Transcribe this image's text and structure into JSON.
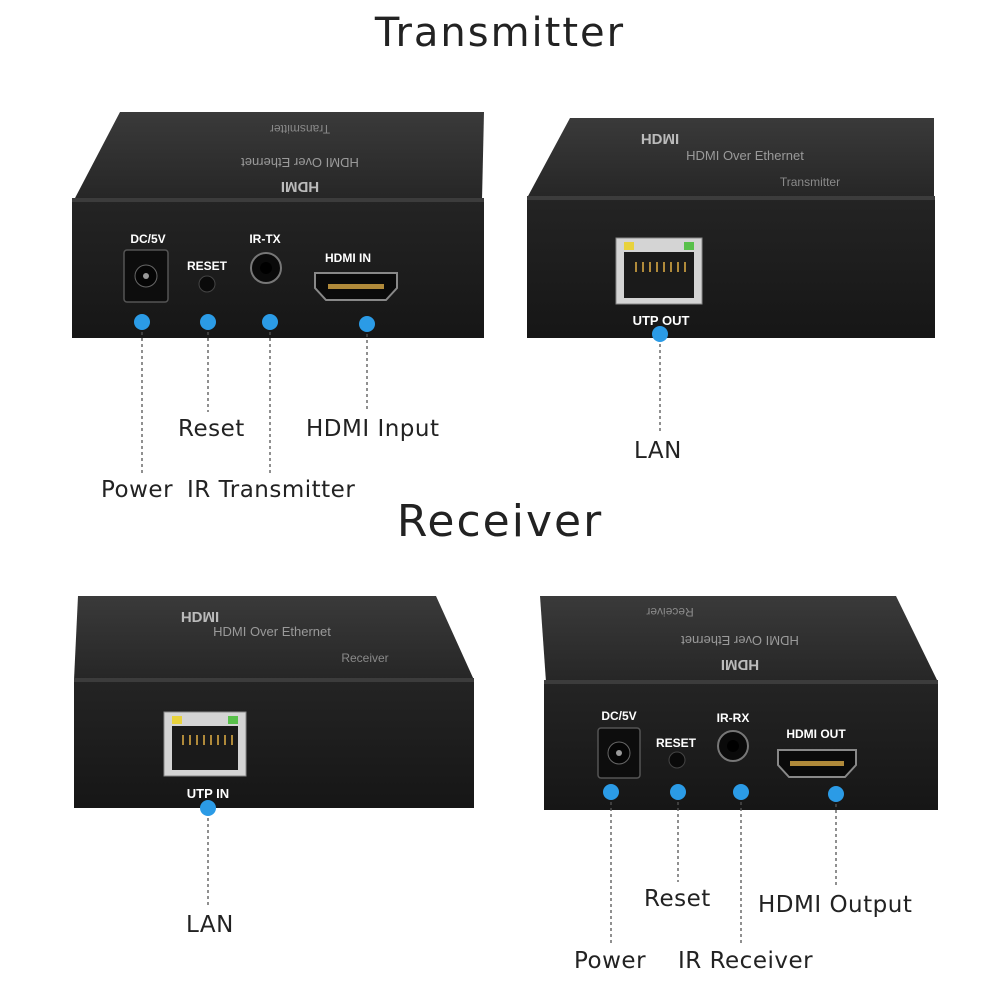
{
  "transmitter": {
    "title": "Transmitter",
    "front": {
      "top_logo": "HDMI",
      "top_text": "HDMI Over Ethernet",
      "top_model": "Transmitter",
      "ports": [
        "DC/5V",
        "RESET",
        "IR-TX",
        "HDMI IN"
      ],
      "callouts": [
        "Reset",
        "HDMI Input",
        "Power",
        "IR Transmitter"
      ]
    },
    "back": {
      "top_logo": "HDMI",
      "top_text": "HDMI Over Ethernet",
      "top_model": "Transmitter",
      "port": "UTP OUT",
      "callout": "LAN"
    }
  },
  "receiver": {
    "title": "Receiver",
    "back": {
      "top_logo": "HDMI",
      "top_text": "HDMI Over Ethernet",
      "top_model": "Receiver",
      "port": "UTP IN",
      "callout": "LAN"
    },
    "front": {
      "top_logo": "HDMI",
      "top_text": "HDMI Over Ethernet",
      "top_model": "Receiver",
      "ports": [
        "DC/5V",
        "RESET",
        "IR-RX",
        "HDMI OUT"
      ],
      "callouts": [
        "Reset",
        "HDMI Output",
        "Power",
        "IR Receiver"
      ]
    }
  },
  "colors": {
    "device": "#1f1f1f",
    "device_top": "#2b2b2b",
    "dot": "#2b9be6",
    "port_label": "#ffffff"
  }
}
